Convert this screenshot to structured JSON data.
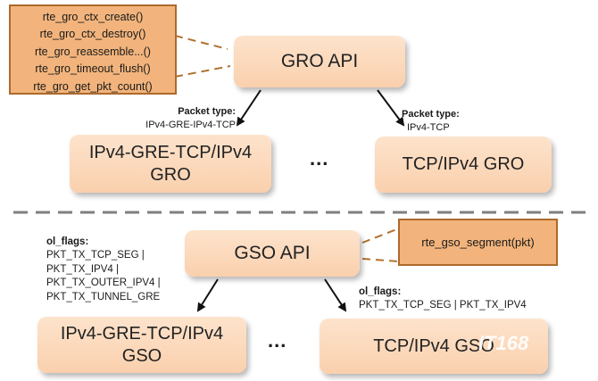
{
  "gro": {
    "api_label": "GRO API",
    "functions": [
      "rte_gro_ctx_create()",
      "rte_gro_ctx_destroy()",
      "rte_gro_reassemble...()",
      "rte_gro_timeout_flush()",
      "rte_gro_get_pkt_count()"
    ],
    "left_label_title": "Packet type:",
    "left_label_value": "IPv4-GRE-IPv4-TCP",
    "right_label_title": "Packet type:",
    "right_label_value": "IPv4-TCP",
    "left_box_line1": "IPv4-GRE-TCP/IPv4",
    "left_box_line2": "GRO",
    "right_box": "TCP/IPv4 GRO",
    "ellipsis": "..."
  },
  "gso": {
    "api_label": "GSO API",
    "function": "rte_gso_segment(pkt)",
    "left_flags_title": "ol_flags:",
    "left_flags_lines": [
      "PKT_TX_TCP_SEG |",
      "PKT_TX_IPV4 |",
      "PKT_TX_OUTER_IPV4 |",
      "PKT_TX_TUNNEL_GRE"
    ],
    "right_flags_title": "ol_flags:",
    "right_flags_value": "PKT_TX_TCP_SEG | PKT_TX_IPV4",
    "left_box_line1": "IPv4-GRE-TCP/IPv4",
    "left_box_line2": "GSO",
    "right_box": "TCP/IPv4 GSO",
    "ellipsis": "..."
  },
  "watermark": "IT168"
}
